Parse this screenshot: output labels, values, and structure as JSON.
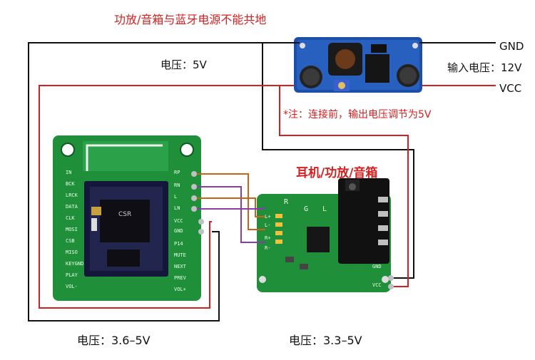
{
  "title": "功放/音箱与蓝牙电源不能共地",
  "power_module": {
    "voltage_label": "电压：5V",
    "gnd_label": "GND",
    "input_voltage_label": "输入电压：12V",
    "vcc_label": "VCC",
    "note": "*注：连接前，输出电压调节为5V"
  },
  "bt_module": {
    "voltage_label": "电压：3.6–5V",
    "left_pins": [
      "IN",
      "BCK",
      "LRCK",
      "DATA",
      "CLK",
      "MOSI",
      "CSB",
      "MISO",
      "KEYGND",
      "PLAY",
      "VOL-"
    ],
    "right_pins": [
      "RP",
      "RN",
      "L",
      "LN",
      "VCC",
      "GND",
      "P14",
      "MUTE",
      "NEXT",
      "PREV",
      "VOL+"
    ],
    "chip_label": "CSR"
  },
  "amp_module": {
    "title": "耳机/功放/音箱",
    "voltage_label": "电压：3.3–5V",
    "top_labels": [
      "R",
      "G",
      "L"
    ],
    "pin_labels": [
      "L+",
      "L-",
      "R+",
      "R-",
      "GND",
      "VCC"
    ]
  },
  "colors": {
    "wire_red": "#d42020",
    "wire_black": "#111111",
    "wire_orange": "#c86414",
    "wire_purple": "#8a3bb0",
    "pcb_green": "#1f8f3a"
  }
}
